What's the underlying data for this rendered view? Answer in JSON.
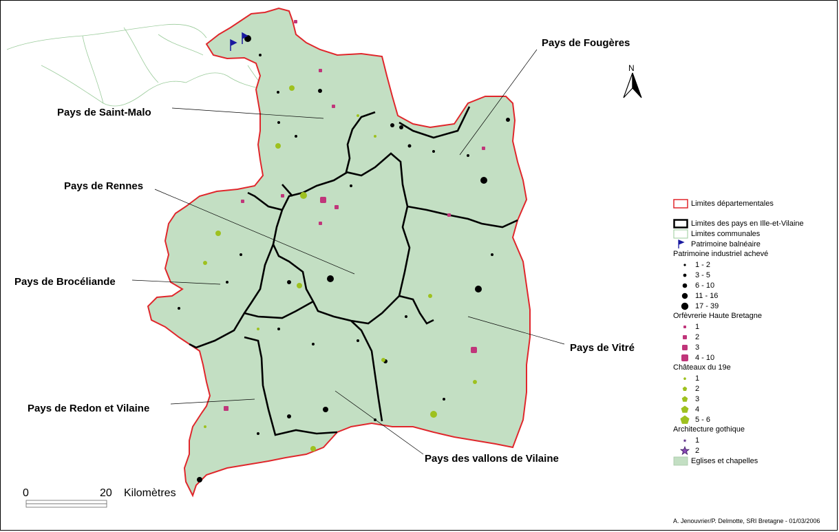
{
  "map": {
    "pays_labels": [
      "Pays de Fougères",
      "Pays de Saint-Malo",
      "Pays de Rennes",
      "Pays de Brocéliande",
      "Pays de Vitré",
      "Pays de Redon et Vilaine",
      "Pays des vallons de Vilaine"
    ],
    "north_letter": "N",
    "scale": {
      "zero": "0",
      "twenty": "20",
      "unit": "Kilomètres"
    },
    "colors": {
      "background": "#ffffff",
      "department_fill": "#c3dfc3",
      "department_border": "#e0262b",
      "pays_border": "#000000",
      "industrial": "#000000",
      "orfevrerie": "#c0357a",
      "chateaux": "#9ec11f",
      "gothique": "#5a2a86",
      "balneaire": "#1a1aa0",
      "neighbour_lines": "#9acb9a"
    }
  },
  "legend": {
    "limites_departementales": "Limites départementales",
    "limites_pays": "Limites des pays en Ille-et-Vilaine",
    "limites_communales": "Limites communales",
    "patrimoine_balneaire": "Patrimoine balnéaire",
    "industriel": {
      "title": "Patrimoine industriel achevé",
      "classes": [
        "1 - 2",
        "3 - 5",
        "6 - 10",
        "11 - 16",
        "17 - 39"
      ]
    },
    "orfevrerie": {
      "title": "Orfèvrerie Haute Bretagne",
      "classes": [
        "1",
        "2",
        "3",
        "4 - 10"
      ]
    },
    "chateaux": {
      "title": "Châteaux du 19e",
      "classes": [
        "1",
        "2",
        "3",
        "4",
        "5 - 6"
      ]
    },
    "gothique": {
      "title": "Architecture gothique",
      "classes": [
        "1",
        "2"
      ]
    },
    "eglises": "Eglises et chapelles"
  },
  "credit": "A. Jenouvrier/P. Delmotte, SRI Bretagne - 01/03/2006"
}
